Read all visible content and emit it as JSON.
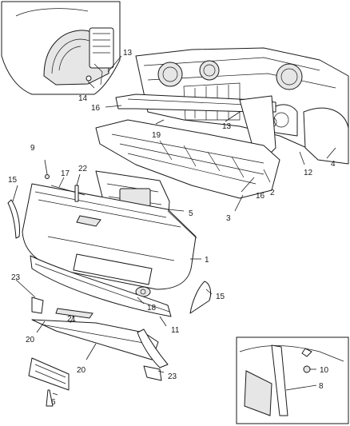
{
  "diagram": {
    "callouts": [
      {
        "id": "c1",
        "text": "1"
      },
      {
        "id": "c2",
        "text": "2"
      },
      {
        "id": "c3",
        "text": "3"
      },
      {
        "id": "c4",
        "text": "4"
      },
      {
        "id": "c5",
        "text": "5"
      },
      {
        "id": "c6",
        "text": "6"
      },
      {
        "id": "c8",
        "text": "8"
      },
      {
        "id": "c9",
        "text": "9"
      },
      {
        "id": "c10",
        "text": "10"
      },
      {
        "id": "c11",
        "text": "11"
      },
      {
        "id": "c12",
        "text": "12"
      },
      {
        "id": "c13a",
        "text": "13"
      },
      {
        "id": "c13b",
        "text": "13"
      },
      {
        "id": "c14",
        "text": "14"
      },
      {
        "id": "c15a",
        "text": "15"
      },
      {
        "id": "c15b",
        "text": "15"
      },
      {
        "id": "c16a",
        "text": "16"
      },
      {
        "id": "c16b",
        "text": "16"
      },
      {
        "id": "c17",
        "text": "17"
      },
      {
        "id": "c18",
        "text": "18"
      },
      {
        "id": "c19",
        "text": "19"
      },
      {
        "id": "c20a",
        "text": "20"
      },
      {
        "id": "c20b",
        "text": "20"
      },
      {
        "id": "c21",
        "text": "21"
      },
      {
        "id": "c22",
        "text": "22"
      },
      {
        "id": "c23a",
        "text": "23"
      },
      {
        "id": "c23b",
        "text": "23"
      }
    ]
  }
}
